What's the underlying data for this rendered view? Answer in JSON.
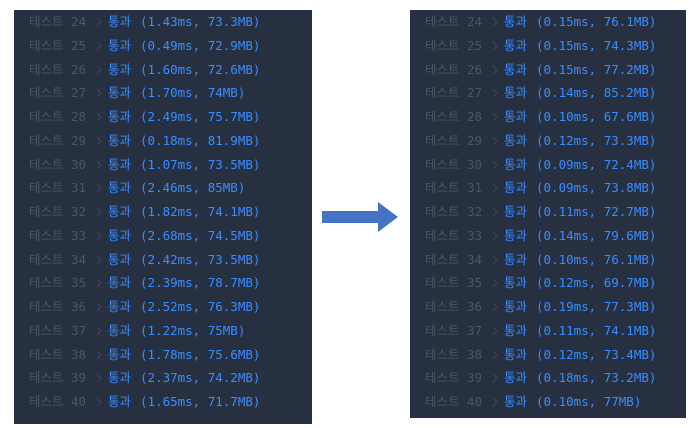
{
  "colors": {
    "panel_bg": "#263040",
    "dim_text": "#4a5566",
    "pass_text": "#3a8dff",
    "arrow": "#4472c4"
  },
  "icons": {
    "row_separator": "chevron-right-icon",
    "transition": "right-arrow-icon"
  },
  "before": {
    "rows": [
      {
        "test": "테스트 24",
        "status": "통과",
        "result": "(1.43ms, 73.3MB)"
      },
      {
        "test": "테스트 25",
        "status": "통과",
        "result": "(0.49ms, 72.9MB)"
      },
      {
        "test": "테스트 26",
        "status": "통과",
        "result": "(1.60ms, 72.6MB)"
      },
      {
        "test": "테스트 27",
        "status": "통과",
        "result": "(1.70ms, 74MB)"
      },
      {
        "test": "테스트 28",
        "status": "통과",
        "result": "(2.49ms, 75.7MB)"
      },
      {
        "test": "테스트 29",
        "status": "통과",
        "result": "(0.18ms, 81.9MB)"
      },
      {
        "test": "테스트 30",
        "status": "통과",
        "result": "(1.07ms, 73.5MB)"
      },
      {
        "test": "테스트 31",
        "status": "통과",
        "result": "(2.46ms, 85MB)"
      },
      {
        "test": "테스트 32",
        "status": "통과",
        "result": "(1.82ms, 74.1MB)"
      },
      {
        "test": "테스트 33",
        "status": "통과",
        "result": "(2.68ms, 74.5MB)"
      },
      {
        "test": "테스트 34",
        "status": "통과",
        "result": "(2.42ms, 73.5MB)"
      },
      {
        "test": "테스트 35",
        "status": "통과",
        "result": "(2.39ms, 78.7MB)"
      },
      {
        "test": "테스트 36",
        "status": "통과",
        "result": "(2.52ms, 76.3MB)"
      },
      {
        "test": "테스트 37",
        "status": "통과",
        "result": "(1.22ms, 75MB)"
      },
      {
        "test": "테스트 38",
        "status": "통과",
        "result": "(1.78ms, 75.6MB)"
      },
      {
        "test": "테스트 39",
        "status": "통과",
        "result": "(2.37ms, 74.2MB)"
      },
      {
        "test": "테스트 40",
        "status": "통과",
        "result": "(1.65ms, 71.7MB)"
      }
    ]
  },
  "after": {
    "rows": [
      {
        "test": "테스트 24",
        "status": "통과",
        "result": "(0.15ms, 76.1MB)"
      },
      {
        "test": "테스트 25",
        "status": "통과",
        "result": "(0.15ms, 74.3MB)"
      },
      {
        "test": "테스트 26",
        "status": "통과",
        "result": "(0.15ms, 77.2MB)"
      },
      {
        "test": "테스트 27",
        "status": "통과",
        "result": "(0.14ms, 85.2MB)"
      },
      {
        "test": "테스트 28",
        "status": "통과",
        "result": "(0.10ms, 67.6MB)"
      },
      {
        "test": "테스트 29",
        "status": "통과",
        "result": "(0.12ms, 73.3MB)"
      },
      {
        "test": "테스트 30",
        "status": "통과",
        "result": "(0.09ms, 72.4MB)"
      },
      {
        "test": "테스트 31",
        "status": "통과",
        "result": "(0.09ms, 73.8MB)"
      },
      {
        "test": "테스트 32",
        "status": "통과",
        "result": "(0.11ms, 72.7MB)"
      },
      {
        "test": "테스트 33",
        "status": "통과",
        "result": "(0.14ms, 79.6MB)"
      },
      {
        "test": "테스트 34",
        "status": "통과",
        "result": "(0.10ms, 76.1MB)"
      },
      {
        "test": "테스트 35",
        "status": "통과",
        "result": "(0.12ms, 69.7MB)"
      },
      {
        "test": "테스트 36",
        "status": "통과",
        "result": "(0.19ms, 77.3MB)"
      },
      {
        "test": "테스트 37",
        "status": "통과",
        "result": "(0.11ms, 74.1MB)"
      },
      {
        "test": "테스트 38",
        "status": "통과",
        "result": "(0.12ms, 73.4MB)"
      },
      {
        "test": "테스트 39",
        "status": "통과",
        "result": "(0.18ms, 73.2MB)"
      },
      {
        "test": "테스트 40",
        "status": "통과",
        "result": "(0.10ms, 77MB)"
      }
    ]
  }
}
